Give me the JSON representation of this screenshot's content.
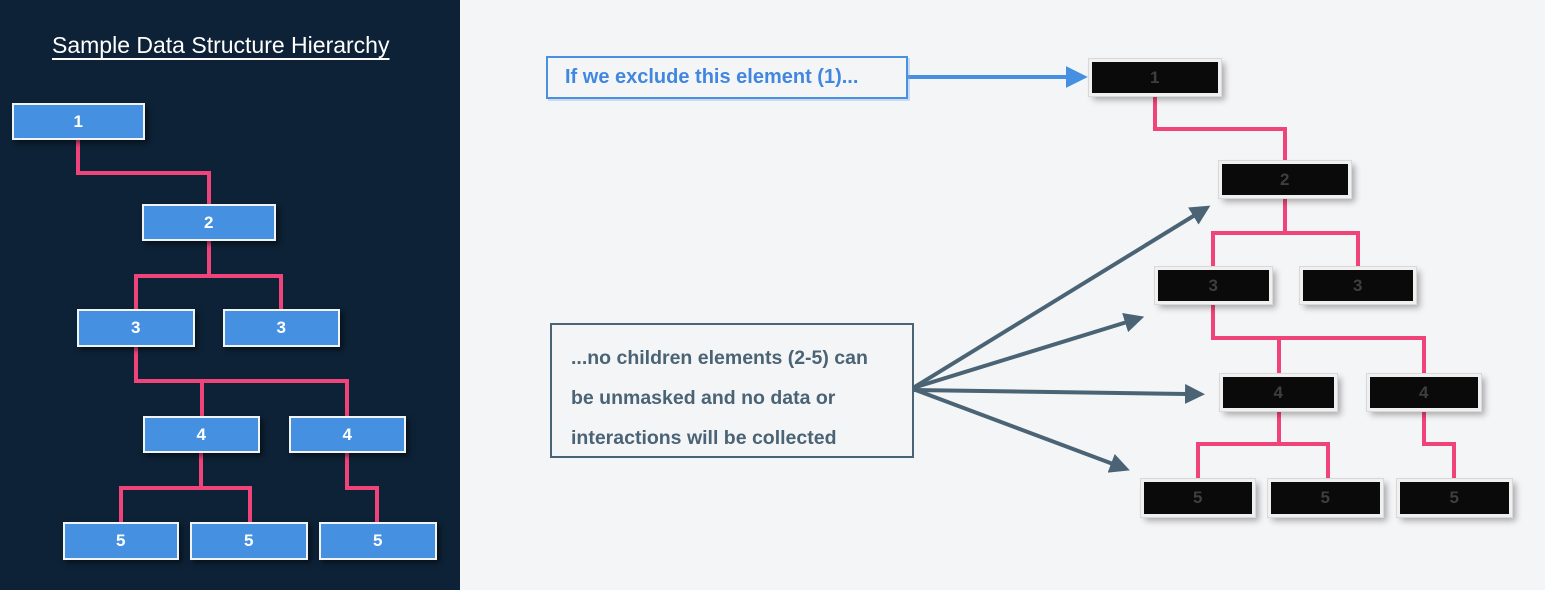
{
  "left_panel": {
    "title": "Sample Data Structure Hierarchy",
    "tree": {
      "description": "sample hierarchy of elements, levels 1-5",
      "labels": [
        "1",
        "2",
        "3",
        "3",
        "4",
        "4",
        "5",
        "5",
        "5"
      ]
    }
  },
  "right_panel": {
    "callout_exclude": "If we exclude this element (1)...",
    "callout_children_lines": [
      "...no children elements (2-5) can",
      "be unmasked and no data or",
      "interactions will be collected"
    ],
    "tree": {
      "description": "excluded hierarchy shown masked in black, levels 1-5",
      "labels": [
        "1",
        "2",
        "3",
        "3",
        "4",
        "4",
        "5",
        "5",
        "5"
      ]
    }
  },
  "colors": {
    "panel_navy": "#0d2236",
    "page_bg": "#f4f5f6",
    "node_blue": "#4590e1",
    "node_black": "#0a0a0a",
    "connector_pink": "#f0437a",
    "arrow_blue": "#4590e2",
    "arrow_slate": "#4a6375"
  }
}
